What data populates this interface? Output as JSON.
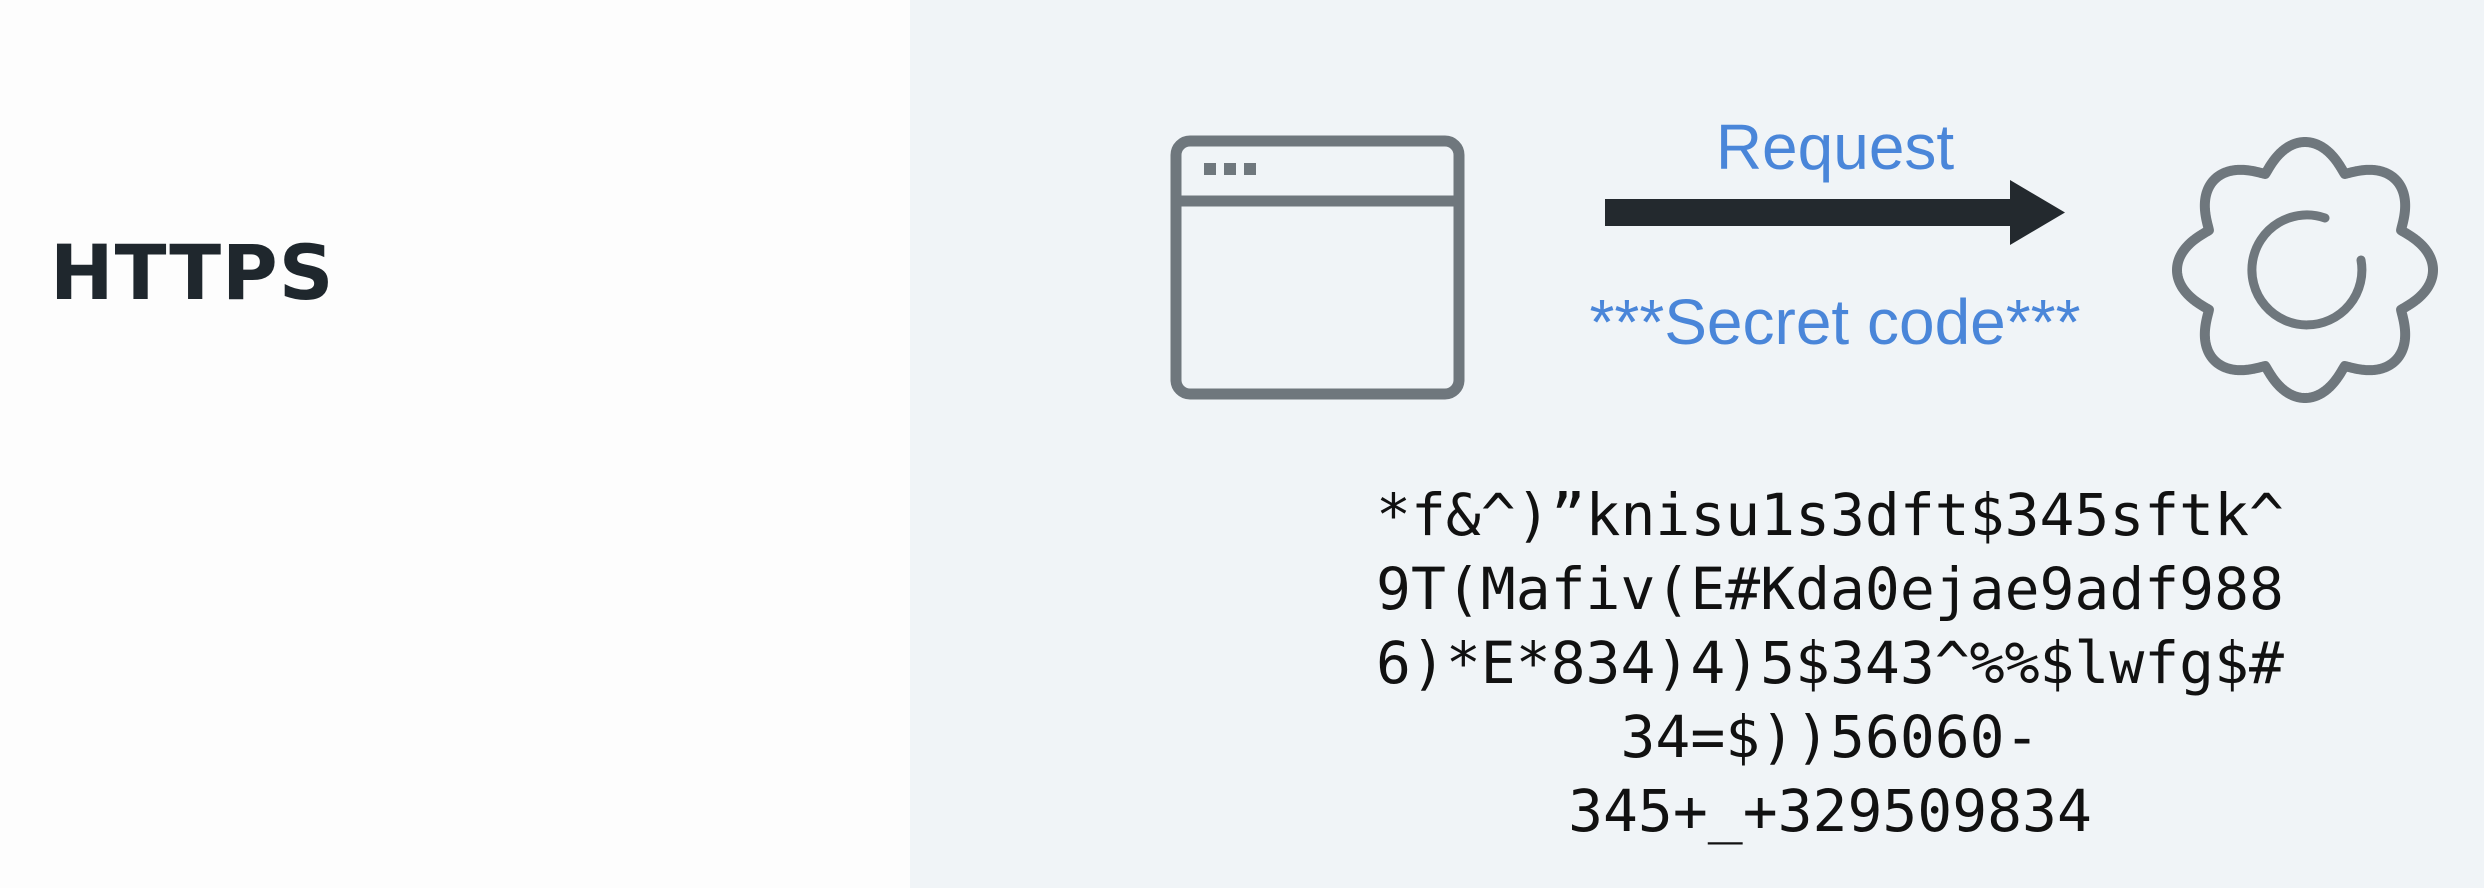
{
  "title": "HTTPS",
  "diagram": {
    "request_label": "Request",
    "secret_label": "***Secret code***",
    "cipher_lines": [
      "*f&^)”knisu1s3dft$345sftk^",
      "9T(Mafiv(E#Kda0ejae9adf988",
      "6)*E*834)4)5$343^%%$lwfg$#",
      "34=$))56060-",
      "345+_+329509834"
    ],
    "icons": {
      "client": "browser-window-icon",
      "server": "gear-icon",
      "arrow": "arrow-right-icon"
    },
    "colors": {
      "label_blue": "#4a86d9",
      "icon_gray": "#6f777d",
      "arrow_dark": "#23292e",
      "panel_bg": "#f0f4f7"
    }
  }
}
